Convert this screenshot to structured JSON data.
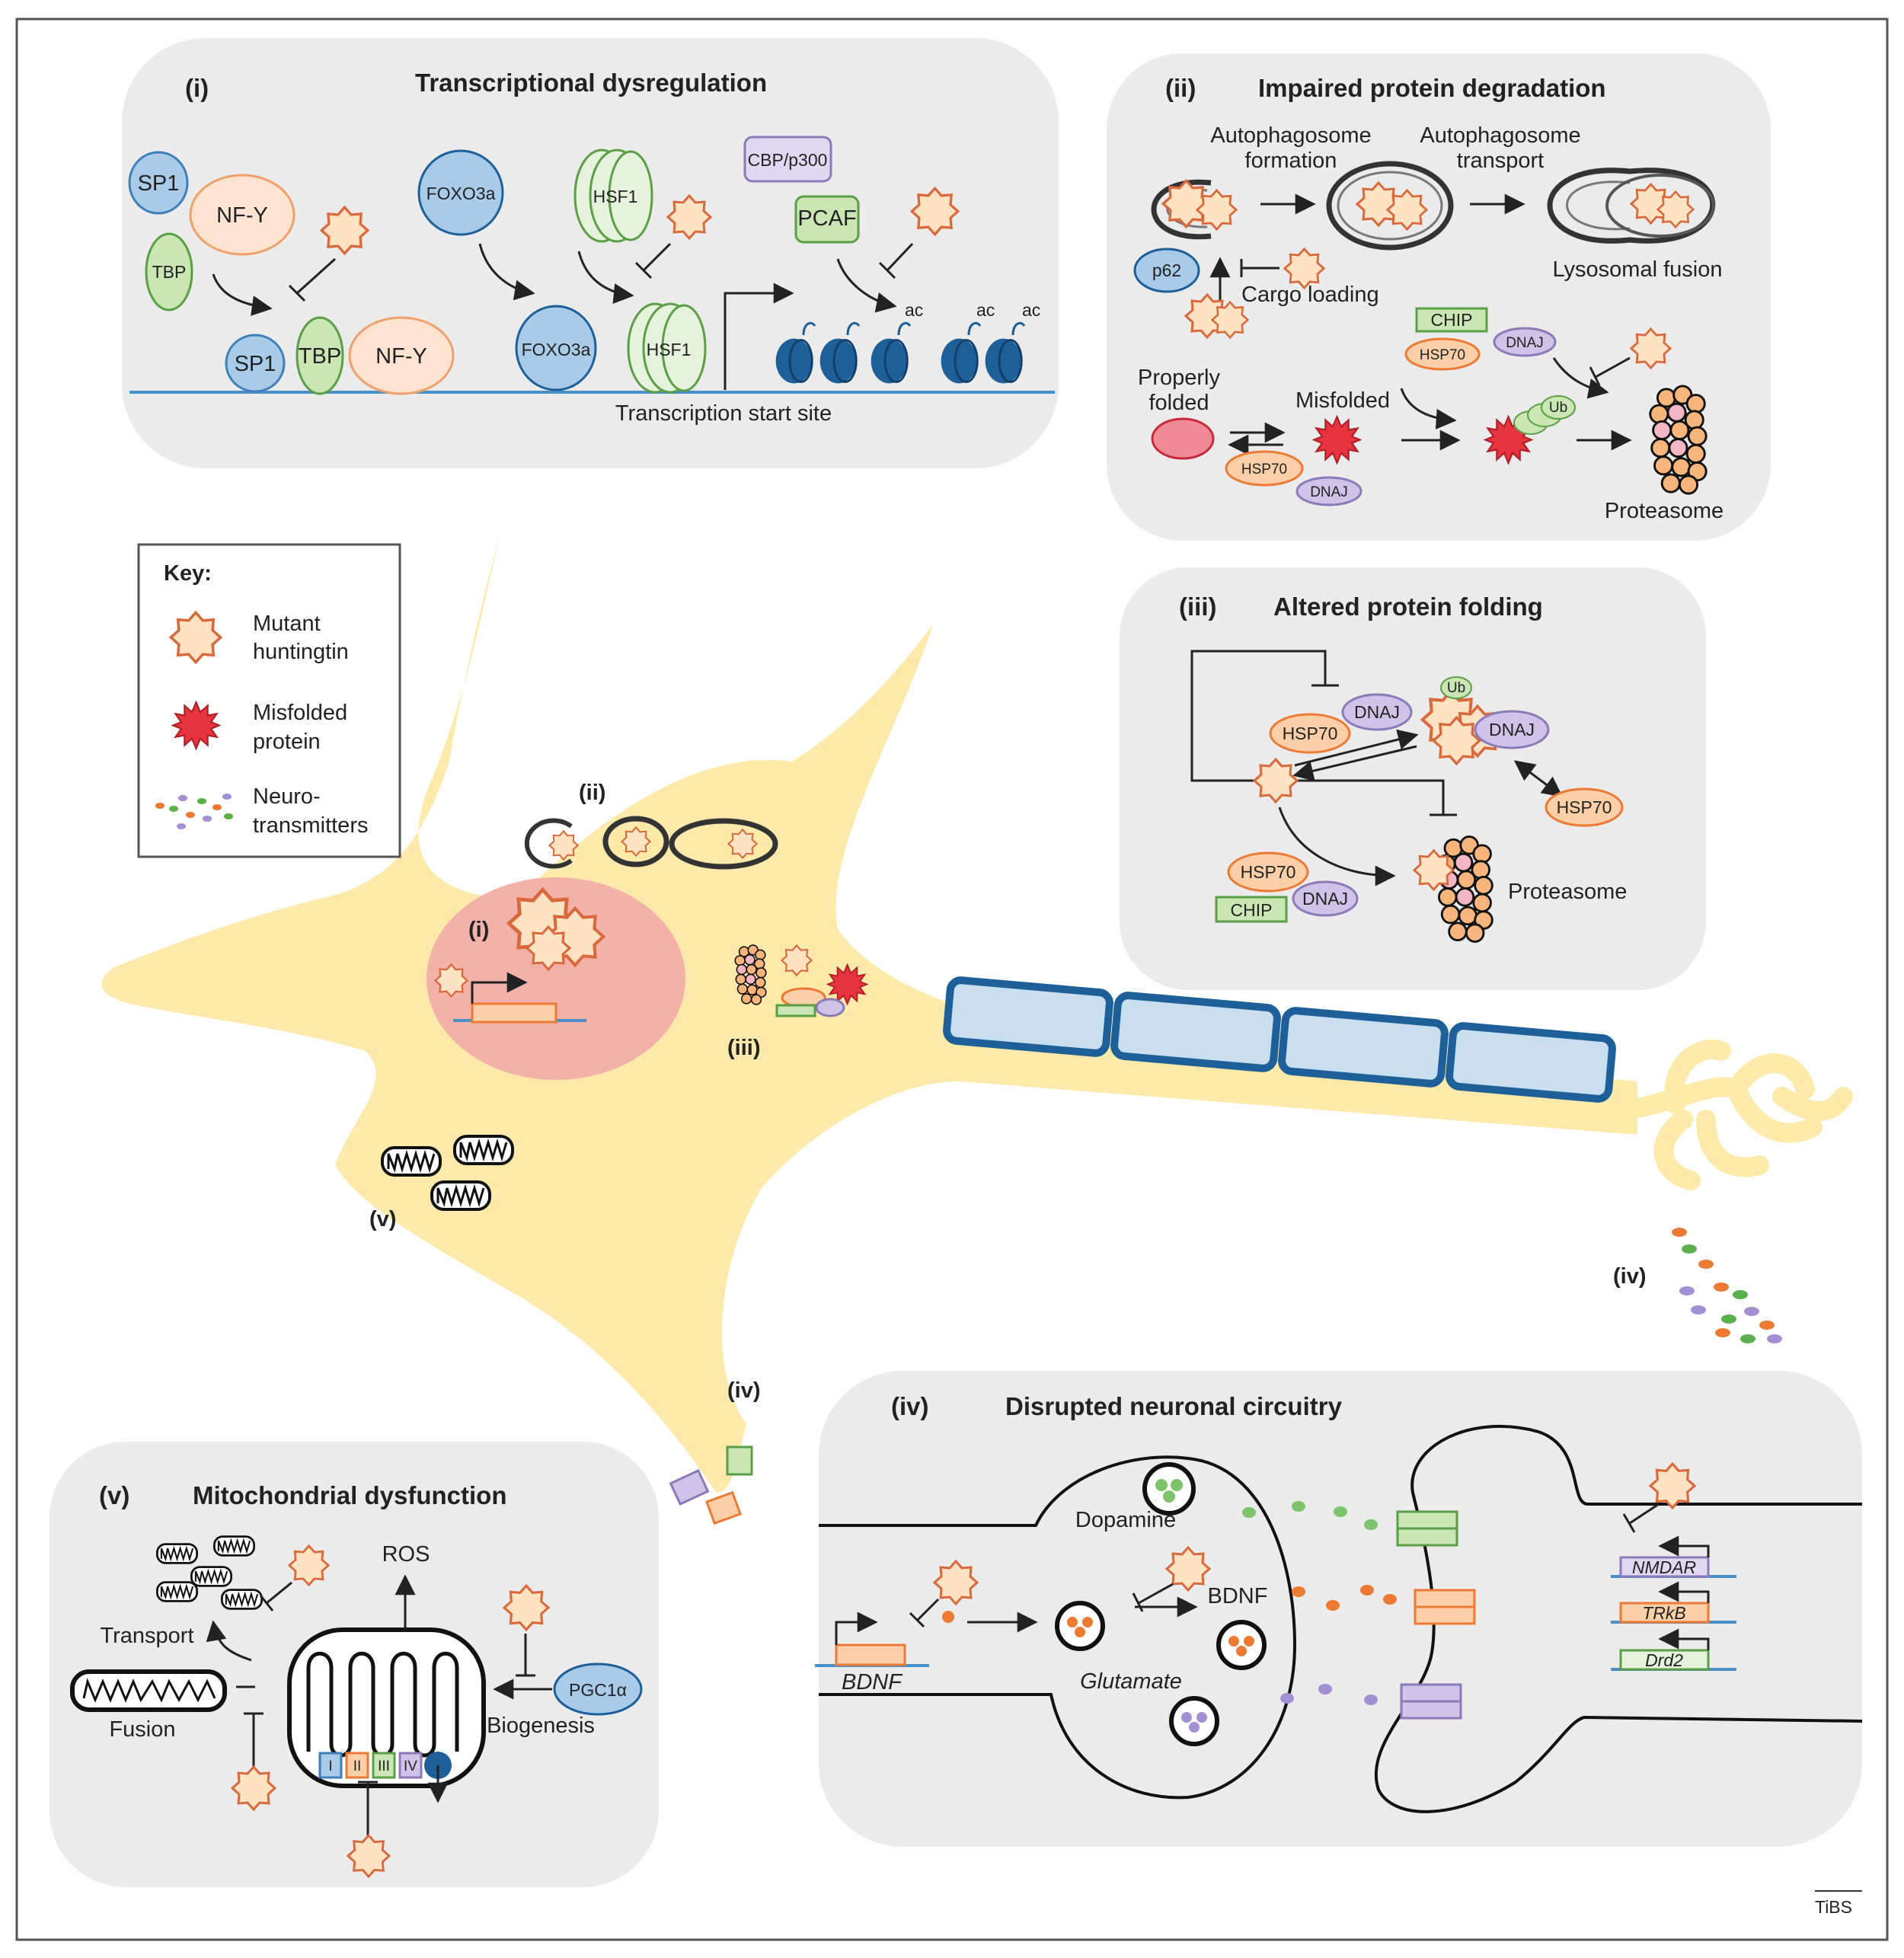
{
  "panels": {
    "i": {
      "numeral": "(i)",
      "title": "Transcriptional dysregulation",
      "labels": {
        "sp1": "SP1",
        "nfy": "NF-Y",
        "tbp": "TBP",
        "foxo3a": "FOXO3a",
        "hsf1": "HSF1",
        "cbp": "CBP/p300",
        "pcaf": "PCAF",
        "ac": "ac",
        "tss": "Transcription start site"
      }
    },
    "ii": {
      "numeral": "(ii)",
      "title": "Impaired protein degradation",
      "labels": {
        "formation": [
          "Autophagosome",
          "formation"
        ],
        "transport": [
          "Autophagosome",
          "transport"
        ],
        "lysosomal": "Lysosomal fusion",
        "p62": "p62",
        "cargo": "Cargo loading",
        "chip": "CHIP",
        "hsp70": "HSP70",
        "dnaj": "DNAJ",
        "properly": [
          "Properly",
          "folded"
        ],
        "misfolded": "Misfolded",
        "ub": "Ub",
        "proteasome": "Proteasome"
      }
    },
    "iii": {
      "numeral": "(iii)",
      "title": "Altered protein folding",
      "labels": {
        "dnaj": "DNAJ",
        "hsp70": "HSP70",
        "ub": "Ub",
        "chip": "CHIP",
        "proteasome": "Proteasome"
      }
    },
    "iv": {
      "numeral": "(iv)",
      "title": "Disrupted neuronal circuitry",
      "labels": {
        "dopamine": "Dopamine",
        "bdnf": "BDNF",
        "glutamate": "Glutamate",
        "bdnf_gene": "BDNF",
        "nmdar": "NMDAR",
        "trkb": "TRkB",
        "drd2": "Drd2"
      }
    },
    "v": {
      "numeral": "(v)",
      "title": "Mitochondrial dysfunction",
      "labels": {
        "ros": "ROS",
        "transport": "Transport",
        "fusion": "Fusion",
        "biogenesis": "Biogenesis",
        "pgc": "PGC1α",
        "complexes": [
          "I",
          "II",
          "III",
          "IV"
        ]
      }
    }
  },
  "key": {
    "heading": "Key:",
    "items": [
      {
        "lines": [
          "Mutant",
          "huntingtin"
        ]
      },
      {
        "lines": [
          "Misfolded",
          "protein"
        ]
      },
      {
        "lines": [
          "Neuro-",
          "transmitters"
        ]
      }
    ]
  },
  "neuron_labels": {
    "i": "(i)",
    "ii": "(ii)",
    "iii": "(iii)",
    "iv_axon": "(iv)",
    "iv_dendrite": "(iv)",
    "v": "(v)"
  },
  "journal_mark": "TiBS",
  "colors": {
    "neuron": "#fde9a9",
    "nucleus": "#f3b1aa",
    "panel_bg": "#ebebeb",
    "blue": "#a9cbe8",
    "dark_blue": "#1c5f99",
    "green": "#c9e6b4",
    "green_stroke": "#5a9e46",
    "orange": "#fccfa8",
    "orange_stroke": "#ec7a33",
    "purple": "#cfc3e8",
    "purple_stroke": "#8a7ab8",
    "red": "#e8343e",
    "htt_fill": "#fde2c4",
    "htt_stroke": "#d9693a"
  }
}
